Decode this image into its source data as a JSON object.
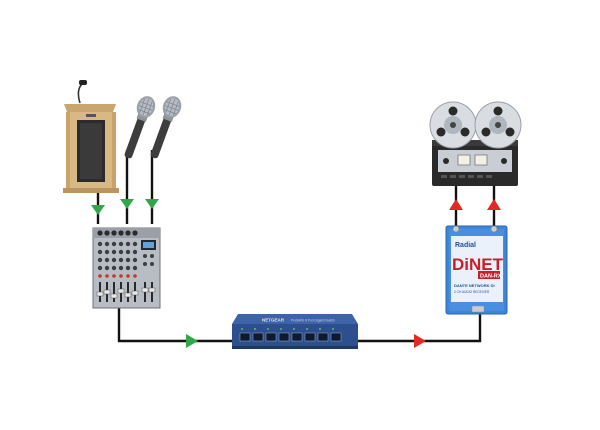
{
  "colors": {
    "wire": "#111111",
    "input_arrow": "#2fa84a",
    "output_arrow": "#e32828",
    "podium_wood": "#d8b883",
    "podium_dark": "#2b2b2b",
    "mixer_body": "#b8bdc4",
    "switch_body": "#2d4f8f",
    "dinet_body": "#3f84d6",
    "dinet_text": "#c8202a",
    "reel_deck": "#2a2a2a",
    "reel_silver": "#d9dde2"
  },
  "devices": {
    "podium": {
      "icon": "podium-with-gooseneck-mic"
    },
    "microphones": {
      "icon": "handheld-microphone",
      "count": 2
    },
    "mixer": {
      "icon": "audio-mixer-console"
    },
    "switch": {
      "icon": "network-switch",
      "brand": "NETGEAR",
      "model_text": "ProSAFE 8 Port Gigabit Switch",
      "ports": 8
    },
    "dinet": {
      "icon": "dante-receiver-box",
      "brand": "Radial",
      "name": "DiNET",
      "model": "DAN-RX",
      "subtitle": "DANTE NETWORK DI",
      "note": "2 CH AUDIO RECEIVER"
    },
    "tape_recorder": {
      "icon": "reel-to-reel-recorder"
    }
  }
}
